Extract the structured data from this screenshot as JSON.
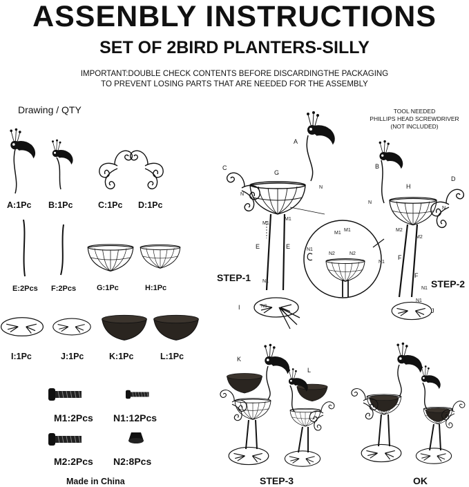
{
  "header": {
    "title": "ASSENBLY INSTRUCTIONS",
    "subtitle": "SET OF 2BIRD PLANTERS-SILLY",
    "important_line1": "IMPORTANT:DOUBLE CHECK CONTENTS BEFORE DISCARDINGTHE PACKAGING",
    "important_line2": "TO PREVENT LOSING PARTS THAT ARE NEEDED FOR THE ASSEMBLY"
  },
  "parts_heading": "Drawing / QTY",
  "parts": {
    "a": "A:1Pc",
    "b": "B:1Pc",
    "c": "C:1Pc",
    "d": "D:1Pc",
    "e": "E:2Pcs",
    "f": "F:2Pcs",
    "g": "G:1Pc",
    "h": "H:1Pc",
    "i": "I:1Pc",
    "j": "J:1Pc",
    "k": "K:1Pc",
    "l": "L:1Pc",
    "m1": "M1:2Pcs",
    "n1": "N1:12Pcs",
    "m2": "M2:2Pcs",
    "n2": "N2:8Pcs"
  },
  "made_in": "Made in China",
  "tool": {
    "line1": "TOOL NEEDED",
    "line2": "PHILLIPS HEAD SCREWDRIVER",
    "line3": "(NOT INCLUDED)"
  },
  "steps": {
    "step1": "STEP-1",
    "step2": "STEP-2",
    "step3": "STEP-3",
    "ok": "OK"
  },
  "callouts": {
    "A": "A",
    "B": "B",
    "C": "C",
    "D": "D",
    "E": "E",
    "F": "F",
    "G": "G",
    "H": "H",
    "I": "I",
    "J": "J",
    "K": "K",
    "L": "L",
    "M1": "M1",
    "M2": "M2",
    "N": "N",
    "N1": "N1",
    "N2": "N2"
  },
  "colors": {
    "ink": "#111111",
    "liner": "#2a2520"
  }
}
